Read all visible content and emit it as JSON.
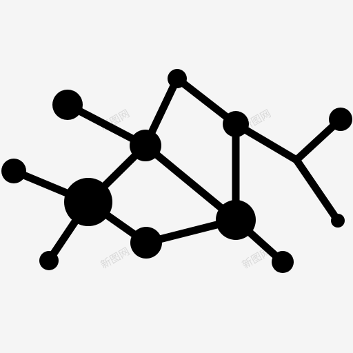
{
  "image": {
    "subject": "molecule-network-icon",
    "icon_color": "#000000",
    "background_color": "#f5f5f5",
    "watermark_color": "#d6d6d6"
  },
  "watermarks": [
    "新图网",
    "新图网",
    "新图网",
    "新图网"
  ]
}
